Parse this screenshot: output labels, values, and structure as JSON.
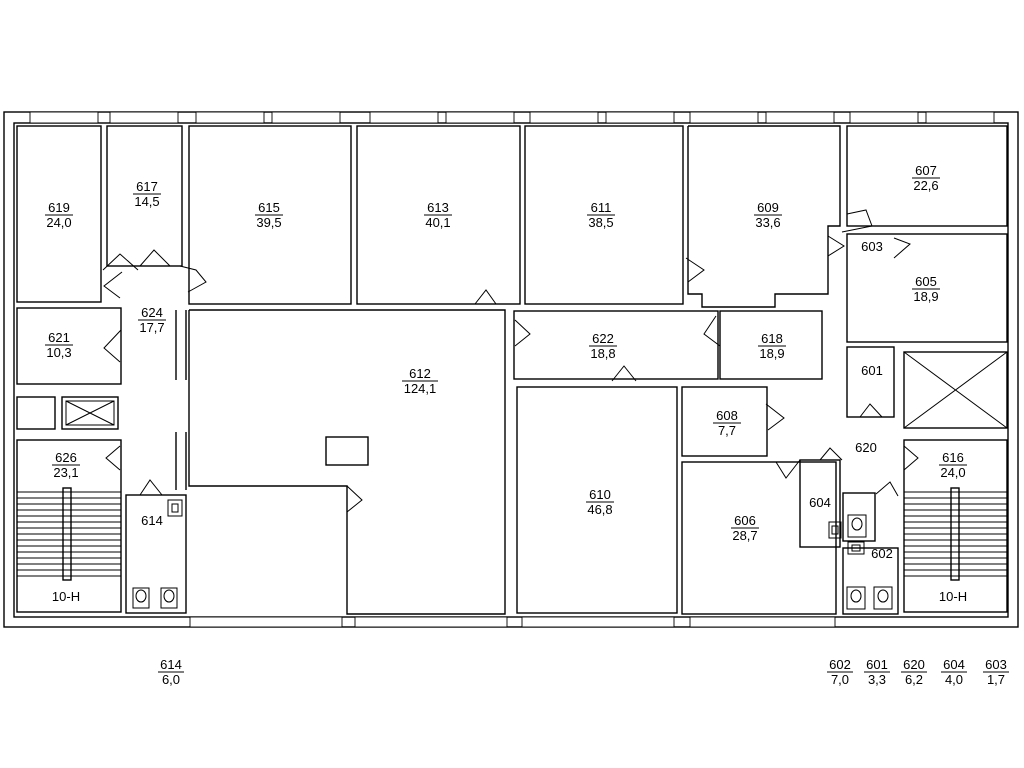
{
  "plan": {
    "rooms": [
      {
        "num": "619",
        "area": "24,0"
      },
      {
        "num": "617",
        "area": "14,5"
      },
      {
        "num": "615",
        "area": "39,5"
      },
      {
        "num": "613",
        "area": "40,1"
      },
      {
        "num": "611",
        "area": "38,5"
      },
      {
        "num": "609",
        "area": "33,6"
      },
      {
        "num": "607",
        "area": "22,6"
      },
      {
        "num": "603"
      },
      {
        "num": "605",
        "area": "18,9"
      },
      {
        "num": "621",
        "area": "10,3"
      },
      {
        "num": "624",
        "area": "17,7"
      },
      {
        "num": "612",
        "area": "124,1"
      },
      {
        "num": "622",
        "area": "18,8"
      },
      {
        "num": "618",
        "area": "18,9"
      },
      {
        "num": "601"
      },
      {
        "num": "626",
        "area": "23,1"
      },
      {
        "num": "608",
        "area": "7,7"
      },
      {
        "num": "620"
      },
      {
        "num": "616",
        "area": "24,0"
      },
      {
        "num": "610",
        "area": "46,8"
      },
      {
        "num": "606",
        "area": "28,7"
      },
      {
        "num": "604"
      },
      {
        "num": "614"
      },
      {
        "num": "602"
      }
    ],
    "stair_labels": [
      "10-Н",
      "10-Н"
    ],
    "legend": [
      {
        "num": "614",
        "area": "6,0"
      },
      {
        "num": "602",
        "area": "7,0"
      },
      {
        "num": "601",
        "area": "3,3"
      },
      {
        "num": "620",
        "area": "6,2"
      },
      {
        "num": "604",
        "area": "4,0"
      },
      {
        "num": "603",
        "area": "1,7"
      }
    ]
  }
}
